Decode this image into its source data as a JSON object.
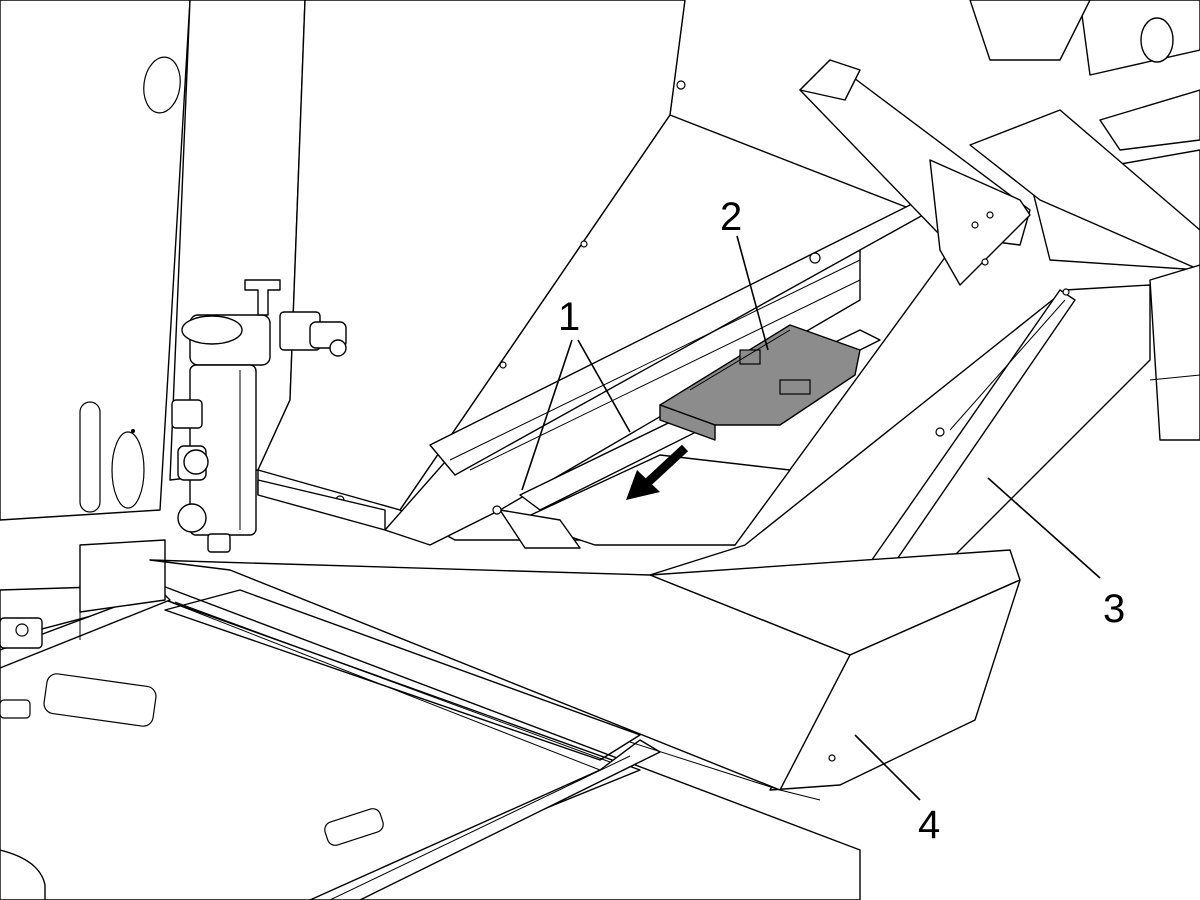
{
  "callouts": [
    {
      "id": "1",
      "label": "1"
    },
    {
      "id": "2",
      "label": "2"
    },
    {
      "id": "3",
      "label": "3"
    },
    {
      "id": "4",
      "label": "4"
    }
  ],
  "colors": {
    "line": "#000000",
    "highlight_part": "#8c8c8c",
    "background": "#ffffff"
  },
  "icons": [
    "arrow-down-left-icon"
  ]
}
